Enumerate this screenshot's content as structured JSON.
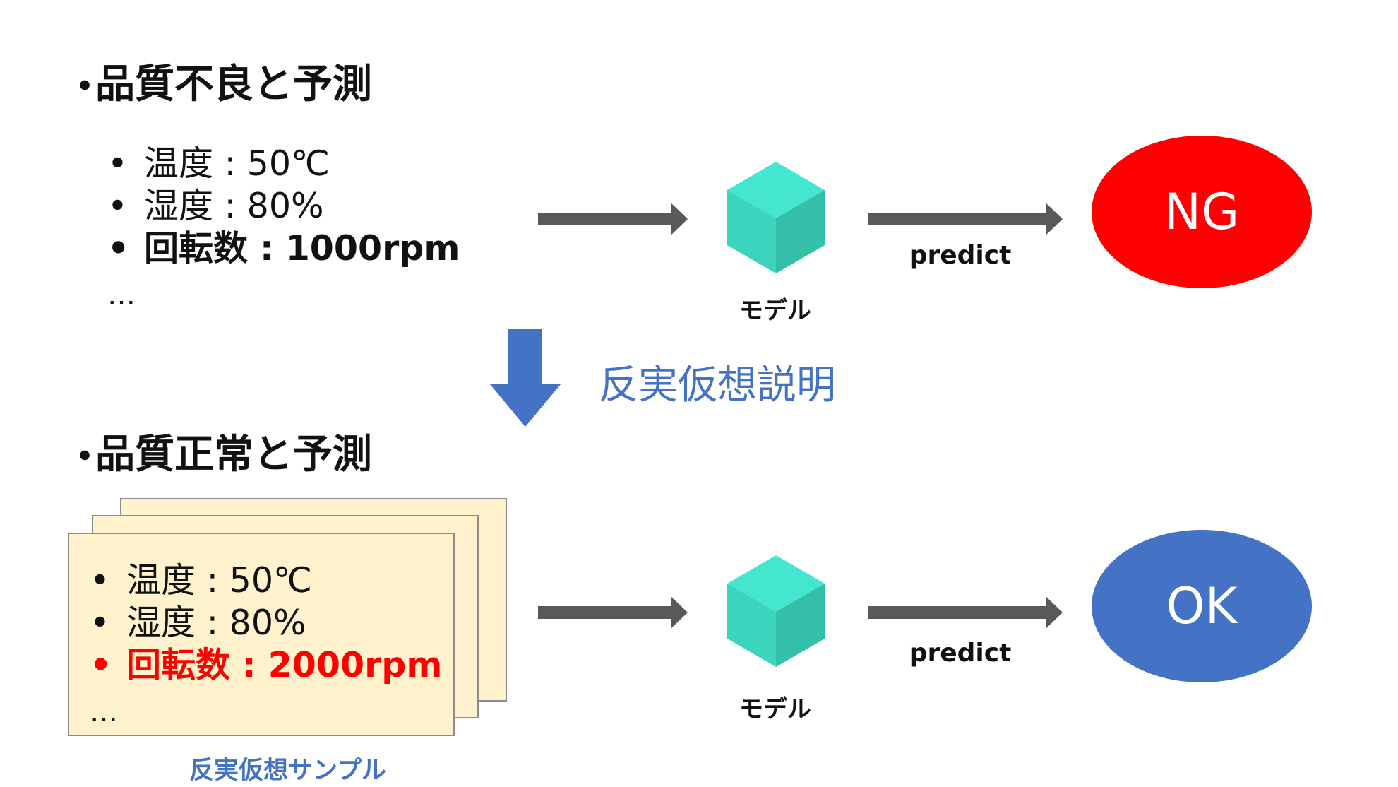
{
  "colors": {
    "arrow_gray": "#595959",
    "cube_top": "#45e6cf",
    "cube_left": "#3dd4bd",
    "cube_right": "#34bfa8",
    "ng_fill": "#ff0000",
    "ok_fill": "#4472c4",
    "accent_blue": "#4472c4",
    "card_fill": "#fff2cc",
    "card_border": "#8c8c8c",
    "highlight_red": "#ff0000"
  },
  "top": {
    "title": "品質不良と予測",
    "items": [
      "温度 : 50℃",
      "湿度 : 80%",
      "回転数 : 1000rpm"
    ],
    "ellipsis": "…",
    "model_label": "モデル",
    "predict_label": "predict",
    "result": "NG"
  },
  "middle": {
    "label": "反実仮想説明"
  },
  "bottom": {
    "title": "品質正常と予測",
    "items": [
      "温度 : 50℃",
      "湿度 : 80%",
      "回転数 : 2000rpm"
    ],
    "ellipsis": "…",
    "sample_caption": "反実仮想サンプル",
    "model_label": "モデル",
    "predict_label": "predict",
    "result": "OK"
  }
}
